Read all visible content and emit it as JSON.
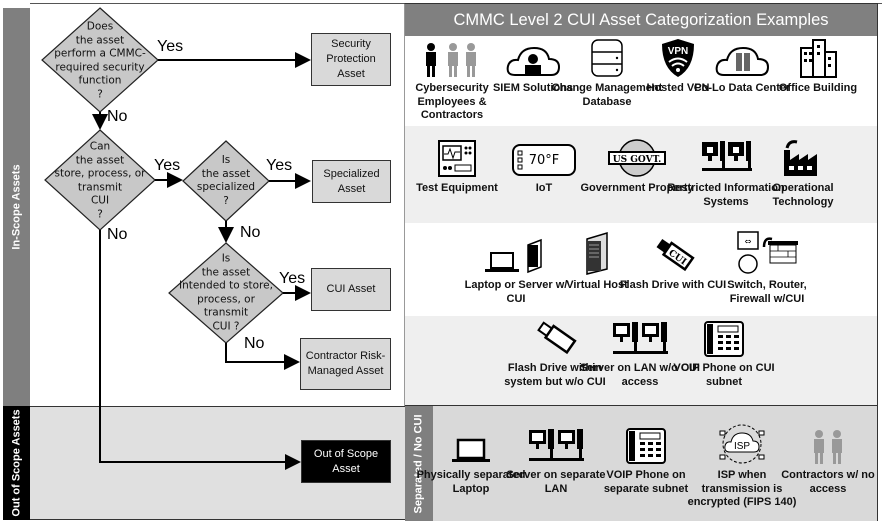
{
  "sidebar": {
    "in_scope": "In-Scope Assets",
    "out_of_scope": "Out of Scope Assets",
    "separated": "Separated / No CUI"
  },
  "flowchart": {
    "q1": "Does\nthe asset\nperform a CMMC-\nrequired security\nfunction\n?",
    "q2": "Can\nthe asset\nstore, process, or\ntransmit\nCUI\n?",
    "q3": "Is\nthe asset\nspecialized\n?",
    "q4": "Is\nthe asset\nIntended to store,\nprocess, or\ntransmit\nCUI ?",
    "yes": "Yes",
    "no": "No",
    "security_protection": "Security Protection Asset",
    "specialized": "Specialized Asset",
    "cui_asset": "CUI Asset",
    "crma": "Contractor Risk-Managed Asset",
    "out_of_scope": "Out of Scope Asset"
  },
  "examples": {
    "title": "CMMC Level 2 CUI Asset Categorization Examples",
    "colors": {
      "header": "#808080",
      "strip": "#7f7f7f",
      "band": "#efefef",
      "separated": "#d9d9d9"
    },
    "rows": [
      [
        {
          "icon": "people-icon",
          "label": "Cybersecurity Employees & Contractors"
        },
        {
          "icon": "cloud-user-icon",
          "label": "SIEM Solutions"
        },
        {
          "icon": "database-icon",
          "label": "Change Management Database"
        },
        {
          "icon": "vpn-shield-icon",
          "label": "Hosted VPN"
        },
        {
          "icon": "cloud-server-icon",
          "label": "Co-Lo Data Center"
        },
        {
          "icon": "building-icon",
          "label": "Office Building"
        }
      ],
      [
        {
          "icon": "test-equipment-icon",
          "label": "Test Equipment"
        },
        {
          "icon": "thermostat-icon",
          "label": "IoT"
        },
        {
          "icon": "gov-seal-icon",
          "label": "Government Property"
        },
        {
          "icon": "locked-computers-icon",
          "label": "Restricted Information Systems"
        },
        {
          "icon": "factory-icon",
          "label": "Operational Technology"
        }
      ],
      [
        {
          "icon": "laptop-server-icon",
          "label": "Laptop or Server w/ CUI"
        },
        {
          "icon": "server-tower-icon",
          "label": "Virtual Host"
        },
        {
          "icon": "flash-drive-cui-icon",
          "label": "Flash Drive with CUI"
        },
        {
          "icon": "network-devices-icon",
          "label": "Switch, Router, Firewall w/CUI"
        }
      ],
      [
        {
          "icon": "flash-drive-icon",
          "label": "Flash Drive within system but w/o CUI"
        },
        {
          "icon": "lan-computers-icon",
          "label": "Server on LAN w/o CUI access"
        },
        {
          "icon": "voip-phone-icon",
          "label": "VOIP Phone on CUI subnet"
        }
      ],
      [
        {
          "icon": "laptop-icon",
          "label": "Physically separated Laptop"
        },
        {
          "icon": "lan-computers-icon",
          "label": "Server on separate LAN"
        },
        {
          "icon": "voip-phone-icon",
          "label": "VOIP Phone on separate subnet"
        },
        {
          "icon": "isp-cloud-icon",
          "label": "ISP when transmission is encrypted (FIPS 140)"
        },
        {
          "icon": "people-gray-icon",
          "label": "Contractors w/ no access"
        }
      ]
    ],
    "icon_text": {
      "vpn": "VPN",
      "temp": "70°F",
      "gov": "US GOVT.",
      "cui": "CUI",
      "isp": "ISP"
    }
  }
}
